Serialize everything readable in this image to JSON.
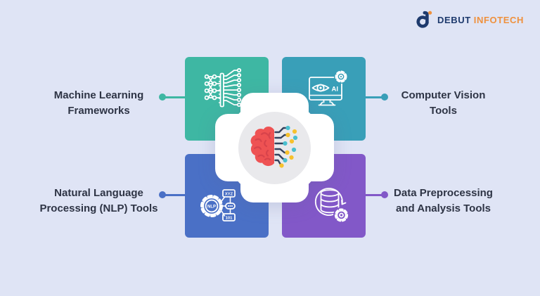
{
  "logo": {
    "debut": "DEBUT",
    "infotech": "INFOTECH",
    "mark_color": "#1e3a6d",
    "dot_color": "#ef913d"
  },
  "center": {
    "icon": "ai-brain-icon",
    "brain_color": "#ee5253",
    "brain_line_color": "#d8434b",
    "circuit_color": "#33415c",
    "dot_teal": "#49bfcf",
    "dot_yellow": "#f7c12d",
    "plate_color": "#e9e9ec"
  },
  "background_color": "#dfe4f5",
  "text_color": "#2e3445",
  "quadrants": [
    {
      "id": "machine-learning",
      "position": "top-left",
      "label_line1": "Machine Learning",
      "label_line2": "Frameworks",
      "color": "#3eb7a3",
      "icon": "neural-network-icon"
    },
    {
      "id": "computer-vision",
      "position": "top-right",
      "label_line1": "Computer Vision",
      "label_line2": "Tools",
      "color": "#399fb8",
      "icon": "vision-monitor-icon",
      "icon_text": "AI"
    },
    {
      "id": "nlp",
      "position": "bottom-left",
      "label_line1": "Natural Language",
      "label_line2": "Processing (NLP) Tools",
      "color": "#4a70c6",
      "icon": "nlp-gear-icon",
      "icon_text_gear": "NLP",
      "icon_text_tag_top": "XYZ",
      "icon_text_tag_bottom": "101"
    },
    {
      "id": "data-preprocessing",
      "position": "bottom-right",
      "label_line1": "Data Preprocessing",
      "label_line2": "and Analysis Tools",
      "color": "#8258c8",
      "icon": "database-gear-icon"
    }
  ]
}
